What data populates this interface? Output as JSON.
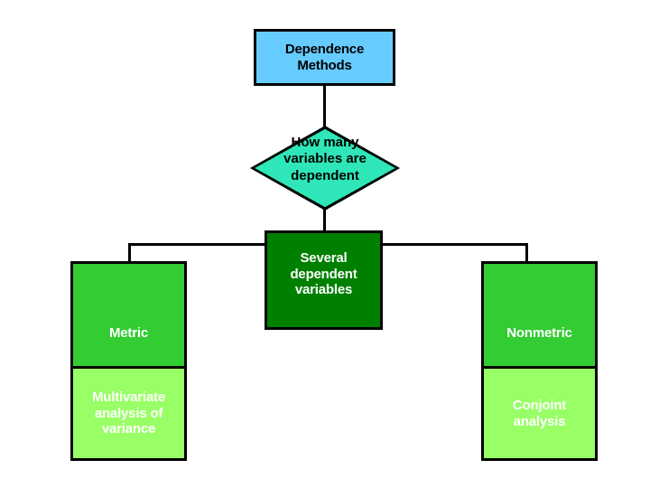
{
  "diagram": {
    "title": "Dependence Methods",
    "type": "flowchart",
    "nodes": {
      "root": {
        "label": "Dependence\nMethods",
        "shape": "rectangle",
        "fill": "#66ccff",
        "text_color": "#000000"
      },
      "decision": {
        "label": "How many\nvariables are\ndependent",
        "shape": "diamond",
        "fill": "#2ee6b8",
        "text_color": "#000000"
      },
      "several": {
        "label": "Several\ndependent\nvariables",
        "shape": "rectangle",
        "fill": "#008000",
        "text_color": "#ffffff"
      },
      "metric": {
        "label": "Metric",
        "shape": "rectangle",
        "fill": "#33cc33",
        "text_color": "#ffffff"
      },
      "nonmetric": {
        "label": "Nonmetric",
        "shape": "rectangle",
        "fill": "#33cc33",
        "text_color": "#ffffff"
      },
      "manova": {
        "label": "Multivariate\nanalysis of\nvariance",
        "shape": "rectangle",
        "fill": "#99ff66",
        "text_color": "#ffffff"
      },
      "conjoint": {
        "label": "Conjoint\nanalysis",
        "shape": "rectangle",
        "fill": "#99ff66",
        "text_color": "#ffffff"
      }
    },
    "edges": [
      {
        "from": "root",
        "to": "decision"
      },
      {
        "from": "decision",
        "to": "several"
      },
      {
        "from": "several",
        "to": "metric"
      },
      {
        "from": "several",
        "to": "nonmetric"
      },
      {
        "from": "metric",
        "to": "manova"
      },
      {
        "from": "nonmetric",
        "to": "conjoint"
      }
    ],
    "colors": {
      "background": "#ffffff",
      "line": "#000000",
      "blue": "#66ccff",
      "turquoise": "#2ee6b8",
      "dark_green": "#008000",
      "green": "#33cc33",
      "light_green": "#99ff66"
    }
  }
}
